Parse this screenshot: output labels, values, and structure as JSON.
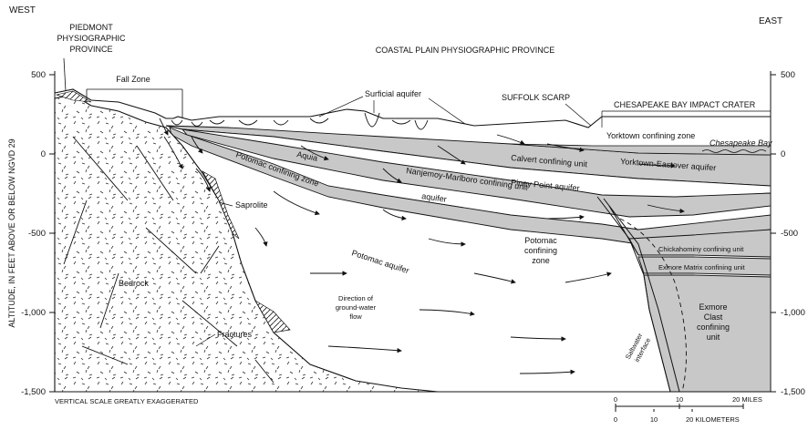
{
  "header": {
    "west": "WEST",
    "east": "EAST",
    "piedmont": [
      "PIEDMONT",
      "PHYSIOGRAPHIC",
      "PROVINCE"
    ],
    "coastal": "COASTAL PLAIN PHYSIOGRAPHIC PROVINCE"
  },
  "axis": {
    "ylabel": "ALTITUDE, IN FEET ABOVE OR BELOW NGVD 29",
    "ticks_left": [
      "500",
      "0",
      "-500",
      "-1,000",
      "-1,500"
    ],
    "ticks_right": [
      "500",
      "0",
      "-500",
      "-1,000",
      "-1,500"
    ],
    "note": "VERTICAL SCALE GREATLY EXAGGERATED"
  },
  "features": {
    "fall_zone": "Fall Zone",
    "surficial": "Surficial aquifer",
    "suffolk": "SUFFOLK SCARP",
    "impact": "CHESAPEAKE BAY IMPACT CRATER",
    "yorktown_cz": "Yorktown confining zone",
    "bay": "Chesapeake Bay",
    "yorktown_eastover": "Yorktown-Eastover aquifer",
    "calvert": "Calvert   confining   unit",
    "piney": "Piney Point aquifer",
    "nanjemoy": "Nanjemoy-Marlboro confining unit",
    "aquia1": "Aquia",
    "aquia2": "aquifer",
    "potomac_cz": "Potomac confining zone",
    "saprolite": "Saprolite",
    "bedrock": "Bedrock",
    "fractures": "Fractures",
    "potomac_aq": "Potomac   aquifer",
    "direction": [
      "Direction of",
      "ground-water",
      "flow"
    ],
    "potomac_cz2": [
      "Potomac",
      "confining",
      "zone"
    ],
    "chickahominy": "Chickahominy confining unit",
    "exmore_matrix": "Exmore Matrix confining unit",
    "exmore_clast": [
      "Exmore",
      "Clast",
      "confining",
      "unit"
    ],
    "saltwater": [
      "Saltwater",
      "interface"
    ]
  },
  "scale": {
    "miles_ticks": [
      "0",
      "10",
      "20 MILES"
    ],
    "km_ticks": [
      "0",
      "10",
      "20 KILOMETERS"
    ]
  }
}
